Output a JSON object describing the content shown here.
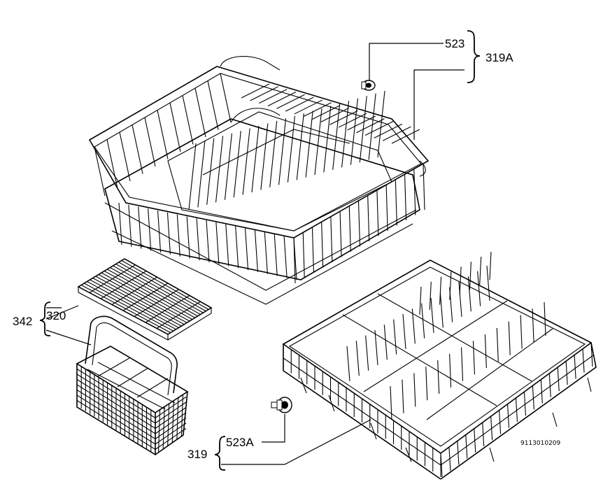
{
  "labels": {
    "upper_basket": "319A",
    "wheel_upper": "523",
    "cutlery_group": "342",
    "cutlery_lid": "320",
    "lower_basket": "319",
    "wheel_lower": "523A",
    "drawing_number": "9113010209"
  },
  "parts": [
    {
      "id": "319A",
      "description": "upper basket",
      "icon": "upper-basket"
    },
    {
      "id": "523",
      "description": "wheel",
      "icon": "wheel"
    },
    {
      "id": "342",
      "description": "cutlery basket assembly",
      "icon": "cutlery-basket"
    },
    {
      "id": "320",
      "description": "cutlery basket lid",
      "icon": "grid-lid"
    },
    {
      "id": "319",
      "description": "lower basket",
      "icon": "lower-basket"
    },
    {
      "id": "523A",
      "description": "wheel",
      "icon": "wheel"
    }
  ]
}
